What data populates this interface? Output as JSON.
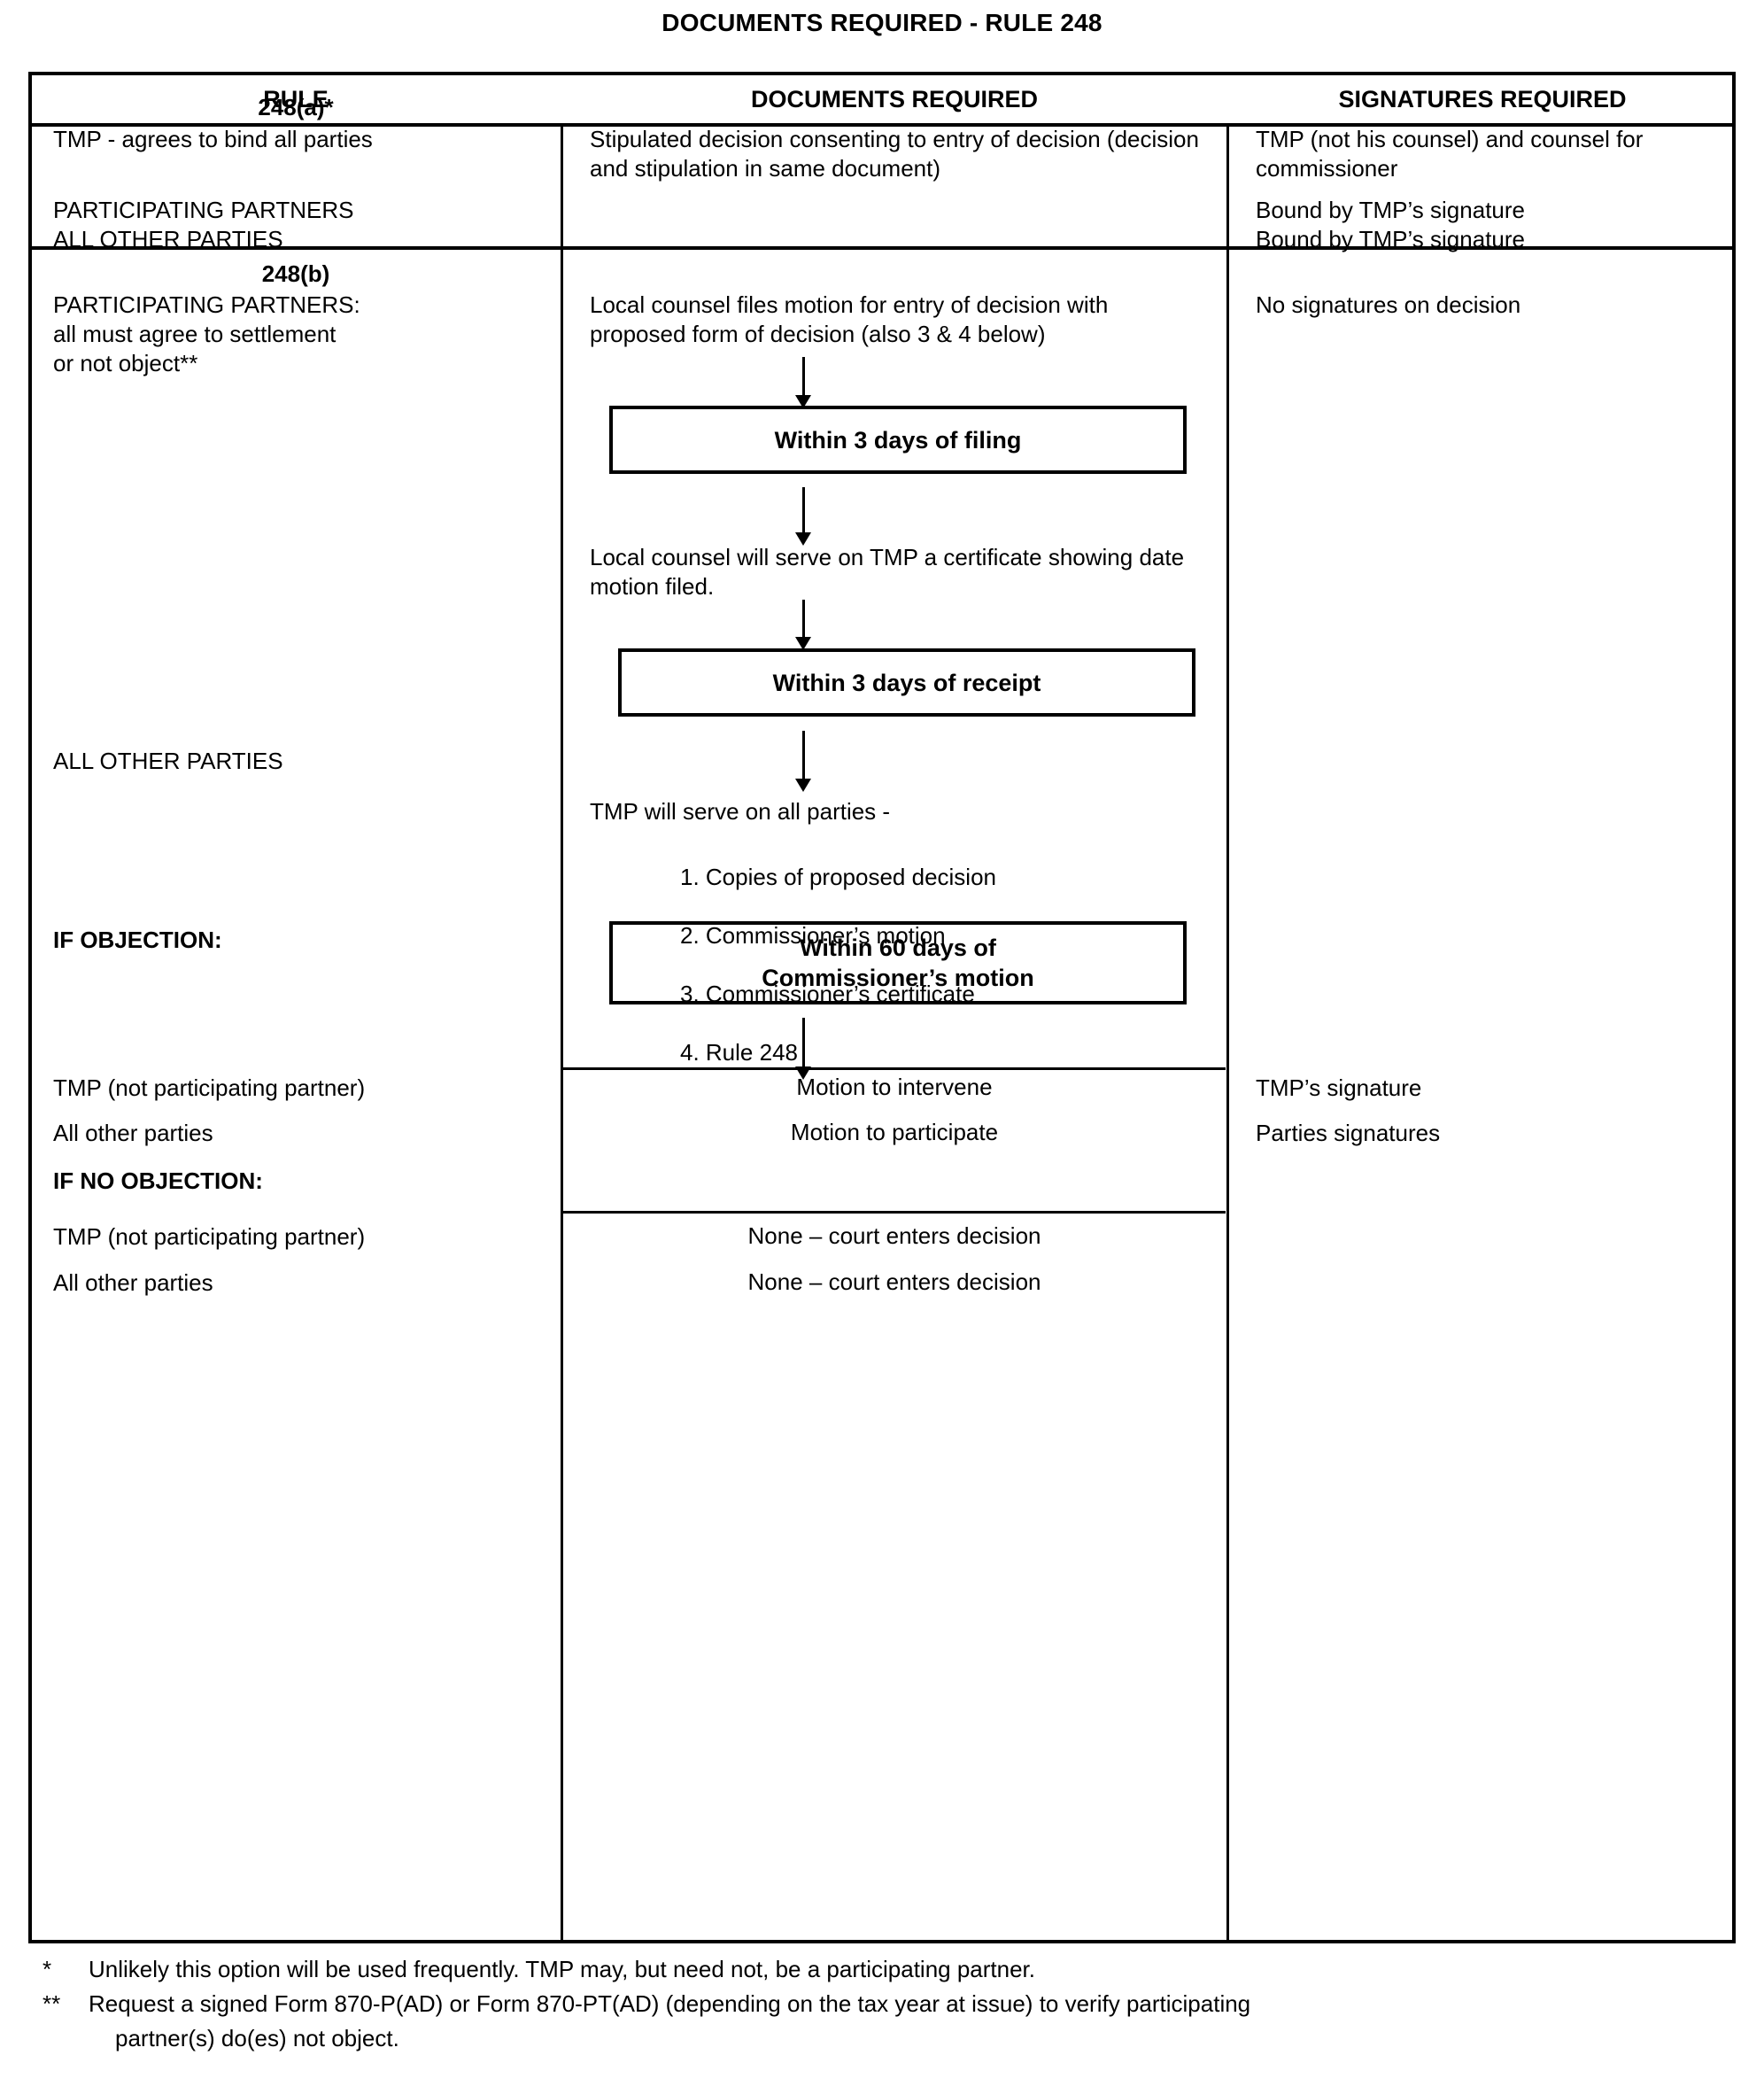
{
  "document": {
    "title": "DOCUMENTS REQUIRED - RULE 248"
  },
  "table": {
    "headers": {
      "rule": "RULE",
      "documents": "DOCUMENTS REQUIRED",
      "signatures": "SIGNATURES REQUIRED"
    },
    "row_248a": {
      "rule_heading": "248(a)*",
      "rule_line1": "TMP - agrees to bind all parties",
      "rule_block": "PARTICIPATING PARTNERS\nALL OTHER PARTIES",
      "documents": "Stipulated decision consenting to entry of decision (decision and stipulation in same document)",
      "signatures_top": "TMP (not his counsel) and counsel for commissioner",
      "signatures_bottom": "Bound by TMP’s signature\nBound by TMP’s signature"
    },
    "row_248b": {
      "rule_heading": "248(b)",
      "rule_block": "PARTICIPATING PARTNERS:\nall must agree to settlement\nor not object**",
      "rule_all_other_parties": "ALL OTHER PARTIES",
      "rule_if_objection": "IF OBJECTION:",
      "rule_tmp_not_participating": "TMP (not participating partner)",
      "rule_all_other_parties_2": "All other parties",
      "rule_if_no_objection": "IF NO OBJECTION:",
      "rule_tmp_not_participating_2": "TMP (not participating partner)",
      "rule_all_other_parties_3": "All other parties",
      "signatures_no_sig": "No signatures on decision",
      "signatures_tmp": "TMP’s signature",
      "signatures_parties": "Parties signatures",
      "flow": {
        "step1": "Local counsel files motion for entry of decision with proposed form of decision (also 3 & 4 below)",
        "box1": "Within 3 days of filing",
        "step2": "Local counsel will serve on TMP a certificate showing date motion filed.",
        "box2": "Within 3 days of receipt",
        "step3": "TMP will serve on all parties -",
        "list": [
          "1. Copies of proposed decision",
          "2. Commissioner’s motion",
          "3. Commissioner’s certificate",
          "4. Rule 248"
        ],
        "box3_line1": "Within 60 days of",
        "box3_line2": "Commissioner’s motion",
        "motion_intervene": "Motion to intervene",
        "motion_participate": "Motion to participate",
        "none_1": "None – court enters decision",
        "none_2": "None – court enters decision"
      }
    }
  },
  "footnotes": [
    {
      "mark": "*",
      "text": "Unlikely this option will be used frequently.  TMP may, but need not, be a participating partner."
    },
    {
      "mark": "**",
      "line1": "Request a signed Form 870-P(AD) or Form 870-PT(AD) (depending on the tax year at issue) to verify participating",
      "line2": "partner(s) do(es) not object."
    }
  ]
}
